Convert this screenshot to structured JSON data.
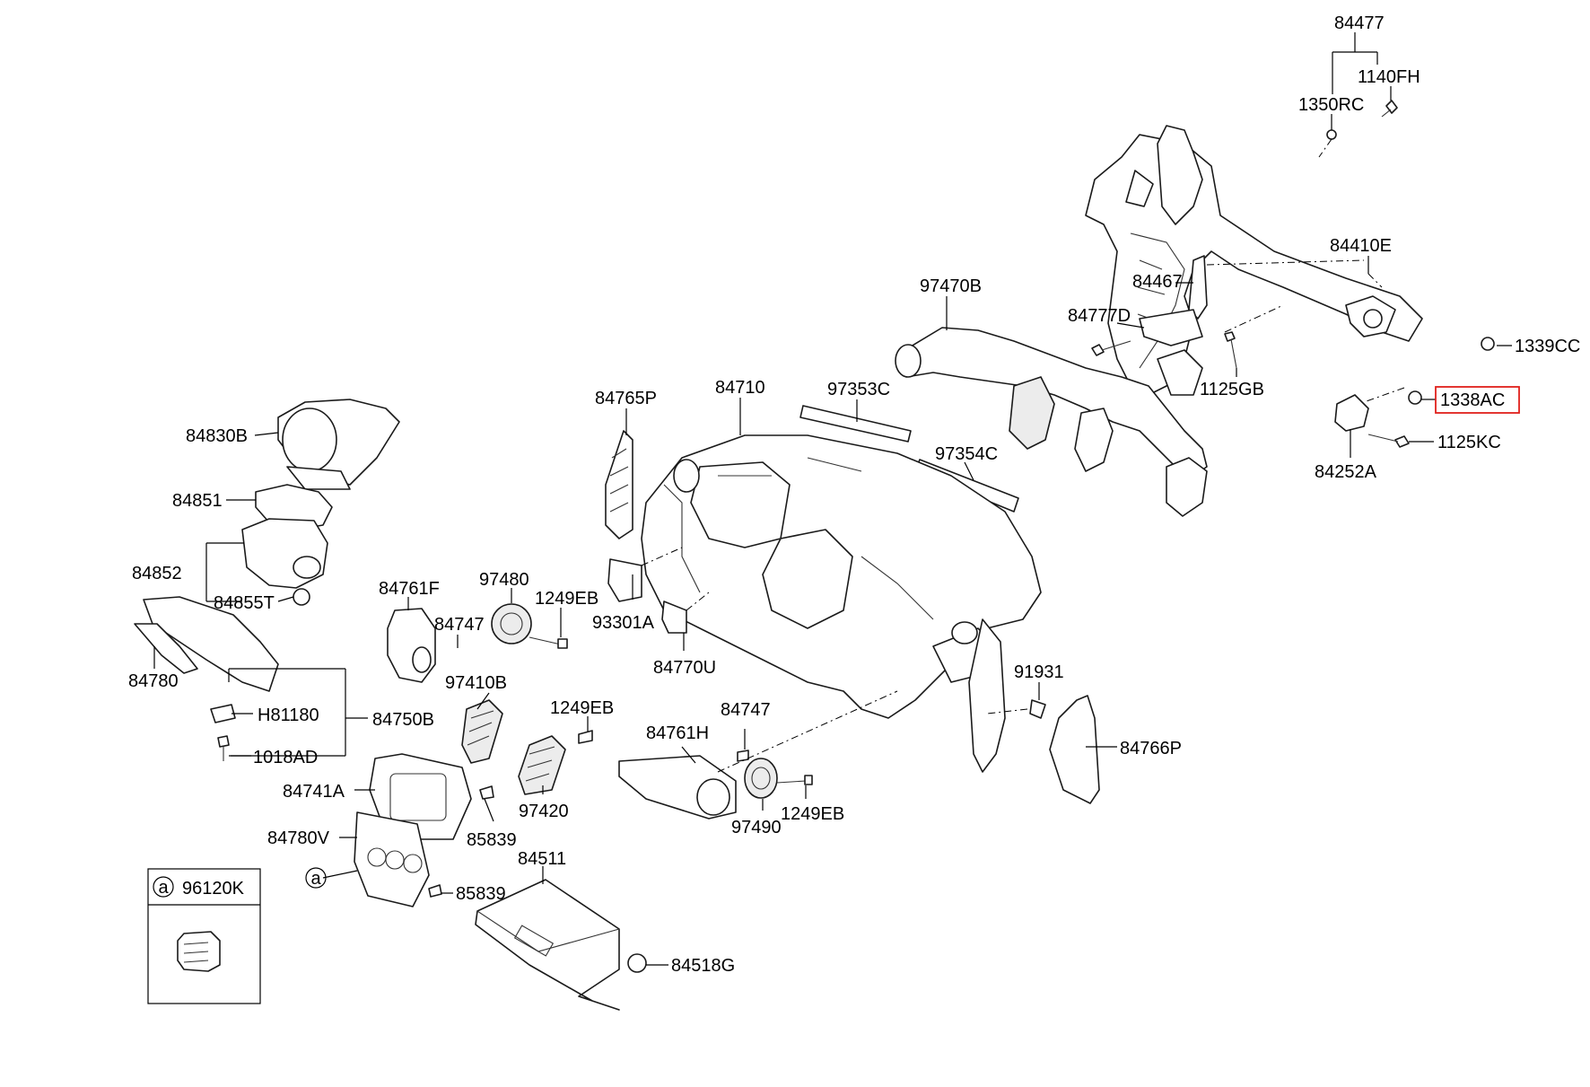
{
  "diagram": {
    "parts": {
      "p84477": "84477",
      "p1140FH": "1140FH",
      "p1350RC": "1350RC",
      "p84410E": "84410E",
      "p84467": "84467",
      "p97470B": "97470B",
      "p84777D": "84777D",
      "p1339CC": "1339CC",
      "p1125GB": "1125GB",
      "p1338AC": "1338AC",
      "p1125KC": "1125KC",
      "p84252A": "84252A",
      "p84765P": "84765P",
      "p84710": "84710",
      "p97353C": "97353C",
      "p97354C": "97354C",
      "p84830B": "84830B",
      "p84851": "84851",
      "p84852": "84852",
      "p84855T": "84855T",
      "p84761F": "84761F",
      "p97480": "97480",
      "p1249EB_a": "1249EB",
      "p84747_a": "84747",
      "p93301A": "93301A",
      "p84770U": "84770U",
      "p84780": "84780",
      "p97410B": "97410B",
      "pH81180": "H81180",
      "p84750B": "84750B",
      "p1018AD": "1018AD",
      "p1249EB_b": "1249EB",
      "p84747_b": "84747",
      "p84761H": "84761H",
      "p91931": "91931",
      "p84766P": "84766P",
      "p84741A": "84741A",
      "p85839_a": "85839",
      "p97420": "97420",
      "p97490": "97490",
      "p1249EB_c": "1249EB",
      "p84780V": "84780V",
      "p84511": "84511",
      "p85839_b": "85839",
      "p84518G": "84518G"
    },
    "callout_letter": "a",
    "inset": {
      "letter": "a",
      "part": "96120K"
    },
    "highlight_color": "#e0201c"
  }
}
